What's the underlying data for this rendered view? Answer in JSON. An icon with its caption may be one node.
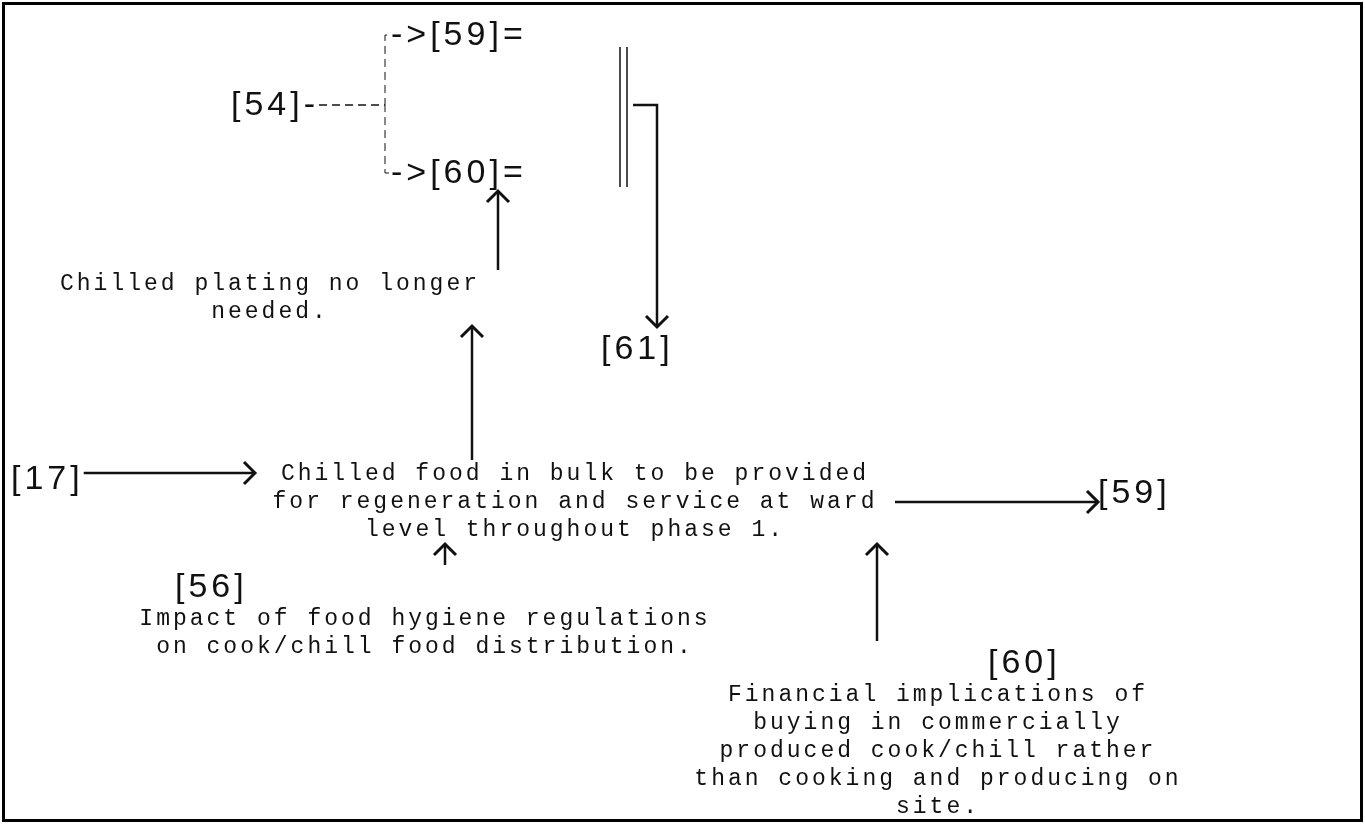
{
  "diagram": {
    "nodes": [
      {
        "text": [
          "[54]-"
        ]
      },
      {
        "text": [
          "->[59]="
        ]
      },
      {
        "text": [
          "->[60]="
        ]
      },
      {
        "text": [],
        "shape": "bar"
      },
      {
        "text": [
          "Chilled plating no longer needed."
        ]
      },
      {
        "text": [
          "[61]"
        ]
      },
      {
        "text": [
          "[17]"
        ]
      },
      {
        "text": [
          "Chilled food in bulk to be provided for regeneration and service at ward level throughout phase 1."
        ]
      },
      {
        "text": [
          "[59]"
        ]
      },
      {
        "text": [
          "[56]",
          "Impact of food hygiene regulations on cook/chill food distribution."
        ]
      },
      {
        "text": [
          "[60]",
          "Financial implications of buying in commercially produced cook/chill rather than cooking and producing on site."
        ]
      }
    ],
    "edges": [
      {
        "from": 3,
        "to": 5,
        "arrow": "to"
      },
      {
        "from": 4,
        "to": 2,
        "arrow": "to"
      },
      {
        "from": 7,
        "to": 4,
        "arrow": "to"
      },
      {
        "from": 6,
        "to": 7,
        "arrow": "to"
      },
      {
        "from": 9,
        "to": 7,
        "arrow": "to"
      },
      {
        "from": 10,
        "to": 7,
        "arrow": "to"
      },
      {
        "from": 7,
        "to": 8,
        "arrow": "to"
      },
      {
        "from": 0,
        "to": 1,
        "arrow": "none",
        "style": "dashed"
      },
      {
        "from": 0,
        "to": 2,
        "arrow": "none",
        "style": "dashed"
      }
    ]
  }
}
